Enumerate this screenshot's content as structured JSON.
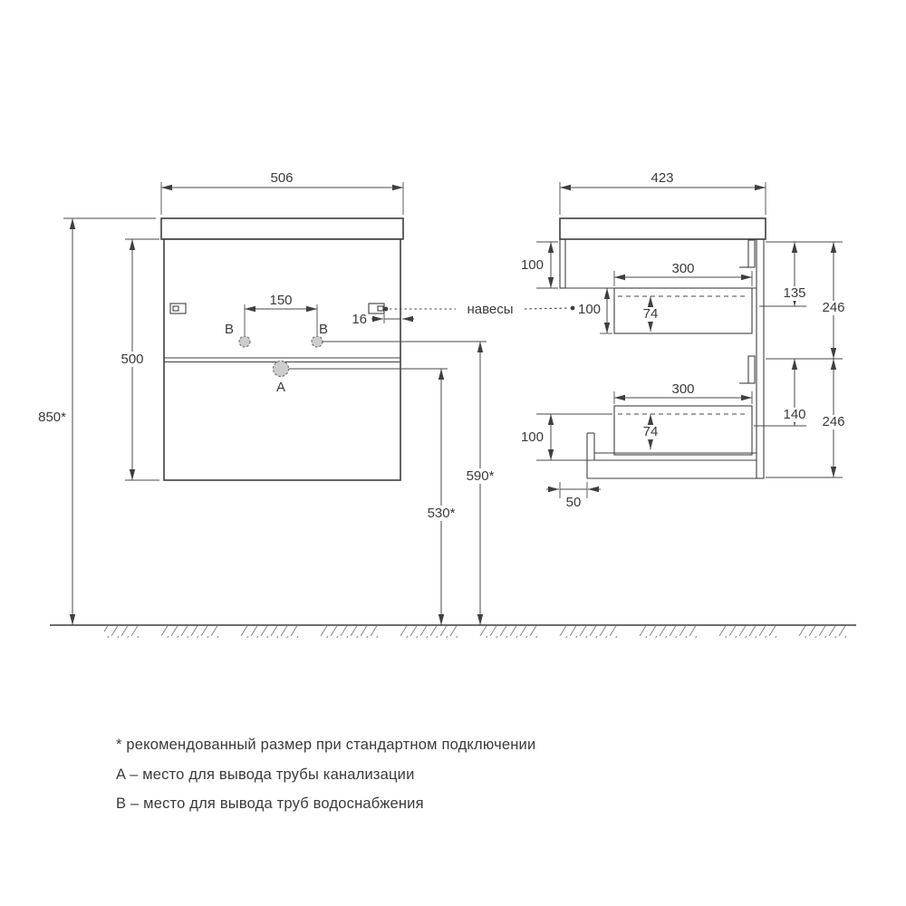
{
  "drawing": {
    "front_view": {
      "width": "506",
      "mount_height": "850*",
      "cabinet_height": "500",
      "outlet_spacing": "150",
      "hanger_edge_offset": "16",
      "hole_a": "A",
      "hole_b_left": "B",
      "hole_b_right": "B",
      "water_outlet_height": "590*",
      "drain_outlet_height": "530*"
    },
    "side_view": {
      "depth": "423",
      "apron_height": "100",
      "hanger_drop": "100",
      "drawer1": {
        "inner_width": "300",
        "inner_depth": "74",
        "front_offset": "135",
        "section_height": "246"
      },
      "drawer2": {
        "inner_width": "300",
        "inner_depth": "74",
        "front_offset": "140",
        "section_height": "246"
      },
      "bottom_clearance": "100",
      "toe_recess": "50"
    },
    "callout_hangers": "навесы"
  },
  "legend": {
    "star_note": "* рекомендованный размер при стандартном подключении",
    "a_note": "A – место для вывода трубы канализации",
    "b_note": "B – место для вывода труб водоснабжения"
  }
}
